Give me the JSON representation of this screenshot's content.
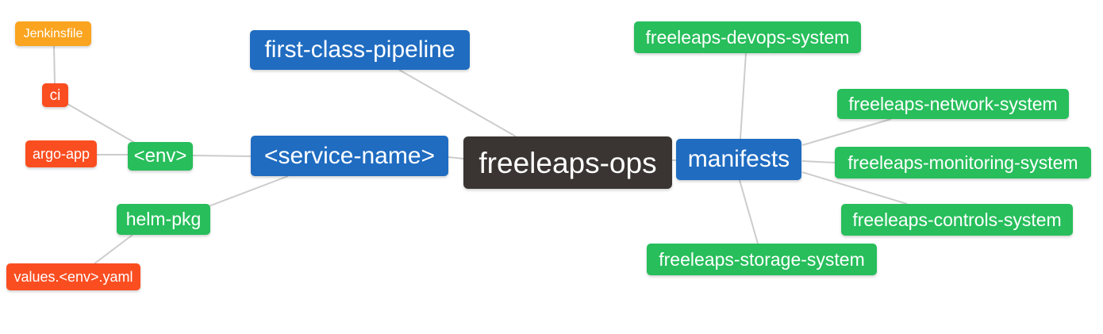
{
  "diagram": {
    "type": "mindmap",
    "root": "freeleaps-ops"
  },
  "palette": {
    "blue": "#1f6cc1",
    "green": "#27be5b",
    "orange": "#faa41f",
    "red": "#fa4e21",
    "dark": "#3a3533",
    "edge": "#cccccc",
    "text": "#ffffff",
    "background": "#ffffff"
  },
  "nodes": {
    "freeleaps_ops": {
      "label": "freeleaps-ops",
      "color": "dark"
    },
    "service_name": {
      "label": "<service-name>",
      "color": "blue"
    },
    "first_class_pipeline": {
      "label": "first-class-pipeline",
      "color": "blue"
    },
    "manifests": {
      "label": "manifests",
      "color": "blue"
    },
    "env": {
      "label": "<env>",
      "color": "green"
    },
    "helm_pkg": {
      "label": "helm-pkg",
      "color": "green"
    },
    "argo_app": {
      "label": "argo-app",
      "color": "red"
    },
    "ci": {
      "label": "ci",
      "color": "red"
    },
    "jenkinsfile": {
      "label": "Jenkinsfile",
      "color": "orange"
    },
    "values_env_yaml": {
      "label": "values.<env>.yaml",
      "color": "red"
    },
    "devops_system": {
      "label": "freeleaps-devops-system",
      "color": "green"
    },
    "network_system": {
      "label": "freeleaps-network-system",
      "color": "green"
    },
    "monitoring_system": {
      "label": "freeleaps-monitoring-system",
      "color": "green"
    },
    "controls_system": {
      "label": "freeleaps-controls-system",
      "color": "green"
    },
    "storage_system": {
      "label": "freeleaps-storage-system",
      "color": "green"
    }
  },
  "edges": [
    {
      "from": "Jenkinsfile",
      "to": "ci"
    },
    {
      "from": "ci",
      "to": "<env>"
    },
    {
      "from": "argo-app",
      "to": "<env>"
    },
    {
      "from": "<env>",
      "to": "<service-name>"
    },
    {
      "from": "<service-name>",
      "to": "helm-pkg"
    },
    {
      "from": "helm-pkg",
      "to": "values.<env>.yaml"
    },
    {
      "from": "<service-name>",
      "to": "freeleaps-ops"
    },
    {
      "from": "first-class-pipeline",
      "to": "freeleaps-ops"
    },
    {
      "from": "freeleaps-ops",
      "to": "manifests"
    },
    {
      "from": "manifests",
      "to": "freeleaps-devops-system"
    },
    {
      "from": "manifests",
      "to": "freeleaps-network-system"
    },
    {
      "from": "manifests",
      "to": "freeleaps-monitoring-system"
    },
    {
      "from": "manifests",
      "to": "freeleaps-controls-system"
    },
    {
      "from": "manifests",
      "to": "freeleaps-storage-system"
    }
  ]
}
